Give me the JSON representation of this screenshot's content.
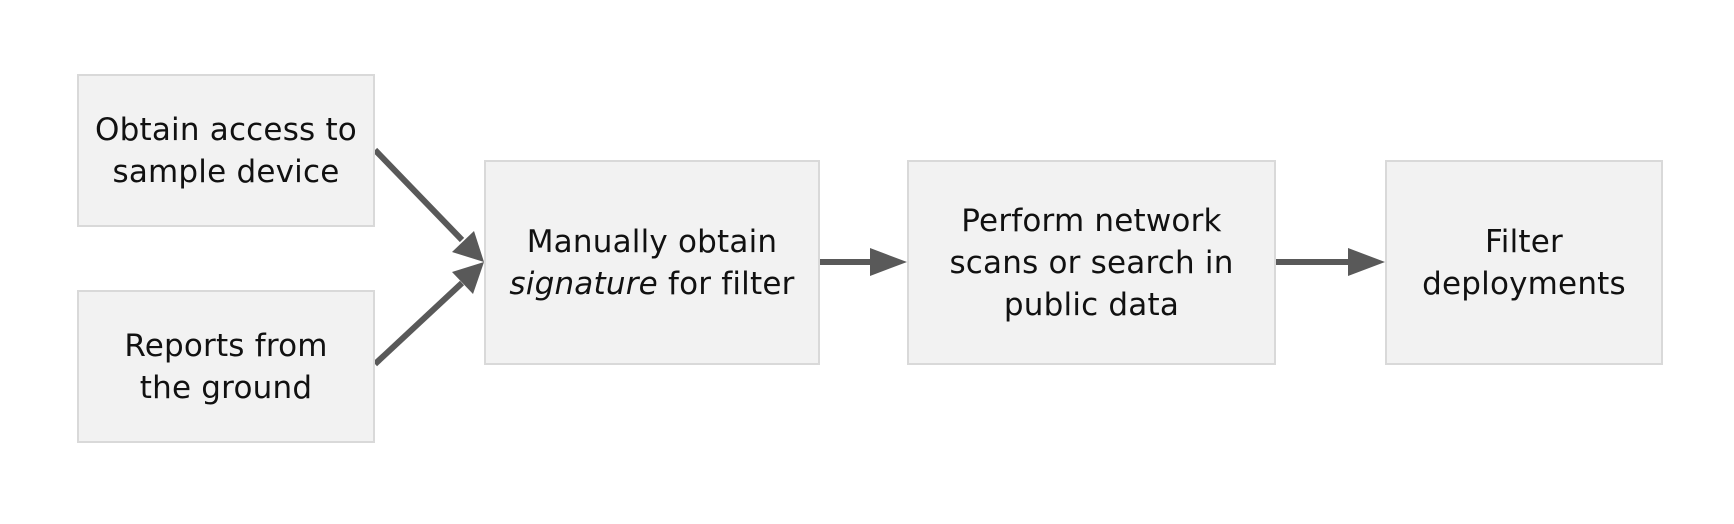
{
  "diagram": {
    "nodes": {
      "sample_device": {
        "lines": [
          "Obtain access to",
          "sample device"
        ]
      },
      "reports": {
        "lines": [
          "Reports from",
          "the ground"
        ]
      },
      "signature": {
        "line1": "Manually obtain",
        "line2_italic": "signature",
        "line2_rest": " for filter"
      },
      "scans": {
        "lines": [
          "Perform network",
          "scans or search in",
          "public data"
        ]
      },
      "filter": {
        "lines": [
          "Filter",
          "deployments"
        ]
      }
    },
    "edges": [
      {
        "from": "sample_device",
        "to": "signature"
      },
      {
        "from": "reports",
        "to": "signature"
      },
      {
        "from": "signature",
        "to": "scans"
      },
      {
        "from": "scans",
        "to": "filter"
      }
    ],
    "colors": {
      "node_fill": "#f2f2f2",
      "node_border": "#d9d9d9",
      "arrow": "#595959",
      "text": "#111111"
    }
  }
}
